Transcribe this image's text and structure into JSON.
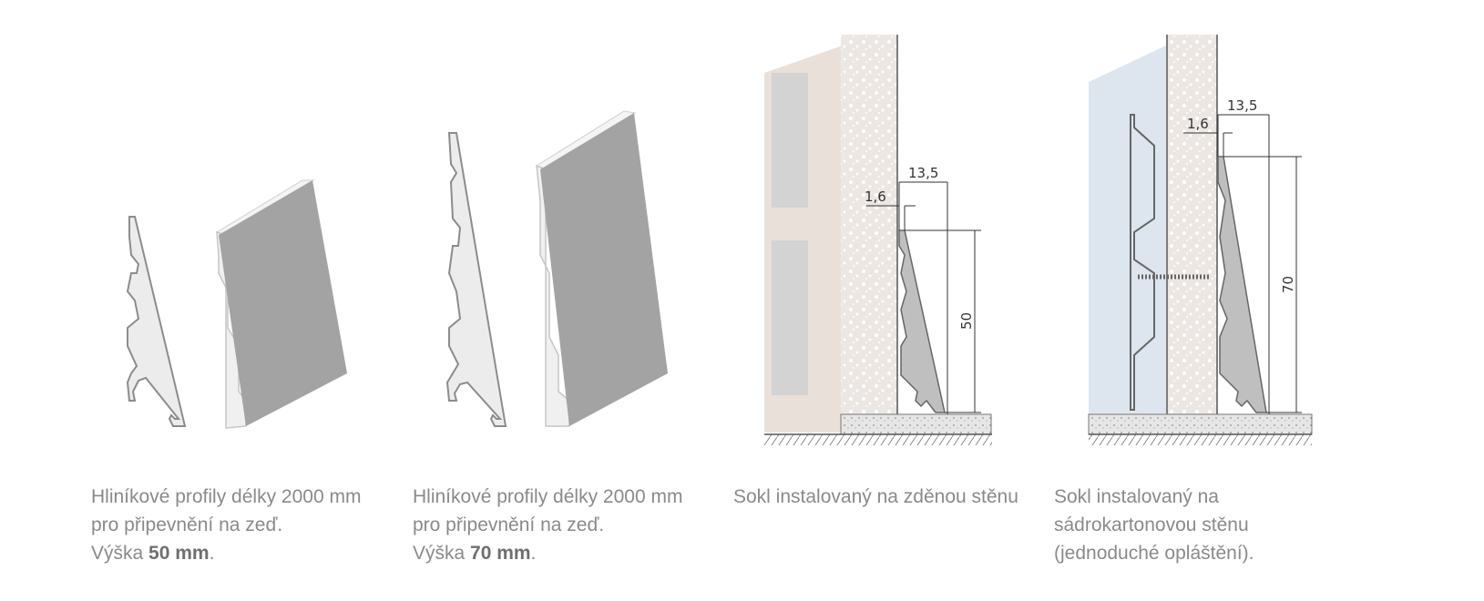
{
  "panels": [
    {
      "line1": "Hliníkové profily délky 2000 mm",
      "line2": "pro připevnění na zeď.",
      "height_prefix": "Výška ",
      "height_value": "50 mm",
      "height_suffix": "."
    },
    {
      "line1": "Hliníkové profily délky 2000 mm",
      "line2": "pro připevnění na zeď.",
      "height_prefix": "Výška ",
      "height_value": "70 mm",
      "height_suffix": "."
    },
    {
      "line1": "Sokl instalovaný na zděnou stěnu"
    },
    {
      "line1": "Sokl instalovaný na",
      "line2": "sádrokartonovou stěnu",
      "line3": "(jednoduché opláštění)."
    }
  ],
  "dimensions": {
    "masonry": {
      "thickness": "1,6",
      "depth": "13,5",
      "height": "50"
    },
    "drywall": {
      "thickness": "1,6",
      "depth": "13,5",
      "height": "70"
    }
  },
  "colors": {
    "profile_face": "#a3a3a3",
    "profile_edge": "#8c8c8c",
    "plaster": "#e9ddd6",
    "drywall": "#dde6ee",
    "text": "#8a8a8a"
  }
}
